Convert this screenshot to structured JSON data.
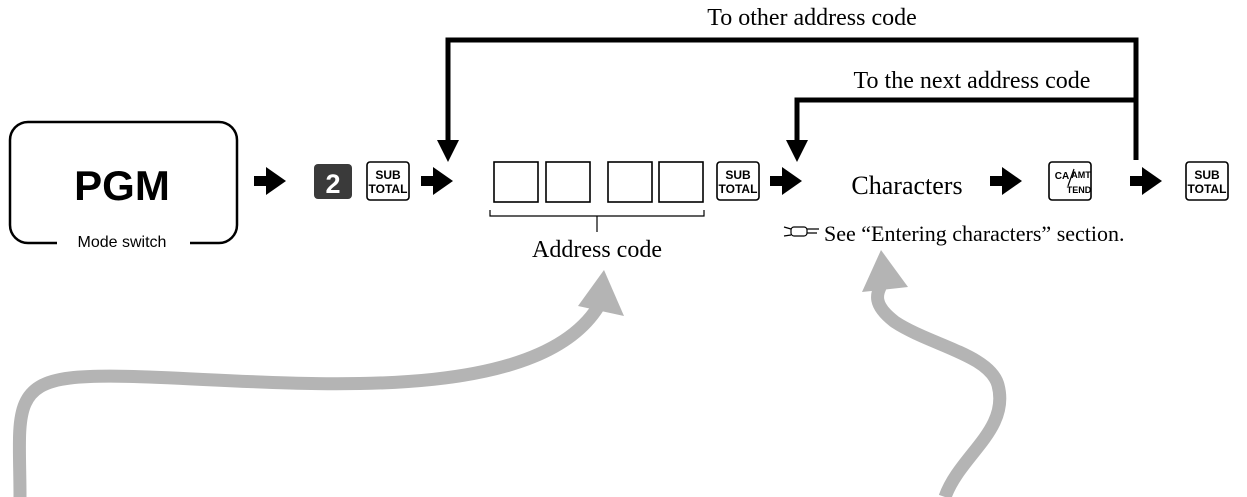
{
  "mode_box": {
    "label": "PGM",
    "switch_label": "Mode switch"
  },
  "keys": {
    "number_key": "2",
    "subtotal_top": "SUB",
    "subtotal_bottom": "TOTAL",
    "ca_top": "CA",
    "amt_top": "AMT",
    "tend_bottom": "TEND"
  },
  "address": {
    "label": "Address code",
    "digit_boxes": [
      "",
      "",
      "",
      ""
    ]
  },
  "characters_label": "Characters",
  "reference": {
    "icon": "pointing-hand-icon",
    "text": "See “Entering characters” section."
  },
  "loops": {
    "other_label": "To other address code",
    "next_label": "To the next address code"
  },
  "colors": {
    "ink": "#000000",
    "key_dark": "#3a3a3a",
    "callout_arrow": "#b4b4b4"
  }
}
